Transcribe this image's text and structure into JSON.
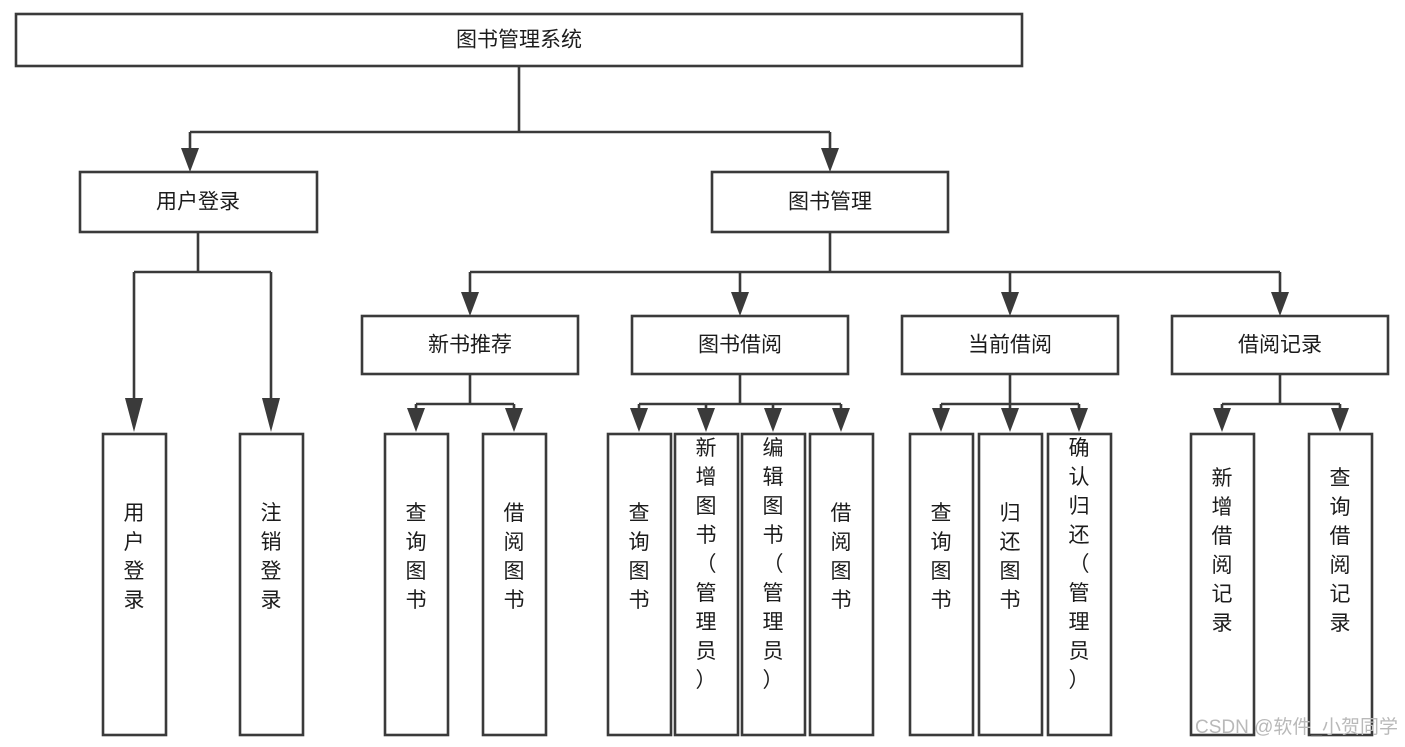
{
  "diagram": {
    "type": "tree-hierarchy-chart",
    "title": "图书管理系统",
    "root": {
      "id": "root",
      "label": "图书管理系统",
      "orientation": "horizontal"
    },
    "level2": [
      {
        "id": "user-login",
        "label": "用户登录",
        "orientation": "horizontal"
      },
      {
        "id": "book-manage",
        "label": "图书管理",
        "orientation": "horizontal"
      }
    ],
    "level3": [
      {
        "id": "new-book-recommend",
        "label": "新书推荐",
        "orientation": "horizontal"
      },
      {
        "id": "book-borrow",
        "label": "图书借阅",
        "orientation": "horizontal"
      },
      {
        "id": "current-borrow",
        "label": "当前借阅",
        "orientation": "horizontal"
      },
      {
        "id": "borrow-record",
        "label": "借阅记录",
        "orientation": "horizontal"
      }
    ],
    "leaves": {
      "user-login": [
        {
          "id": "leaf-user-login",
          "label": "用户登录",
          "orientation": "vertical"
        },
        {
          "id": "leaf-logout",
          "label": "注销登录",
          "orientation": "vertical"
        }
      ],
      "new-book-recommend": [
        {
          "id": "leaf-query-book-1",
          "label": "查询图书",
          "orientation": "vertical"
        },
        {
          "id": "leaf-borrow-book-1",
          "label": "借阅图书",
          "orientation": "vertical"
        }
      ],
      "book-borrow": [
        {
          "id": "leaf-query-book-2",
          "label": "查询图书",
          "orientation": "vertical"
        },
        {
          "id": "leaf-add-book",
          "label": "新增图书（管理员）",
          "orientation": "vertical"
        },
        {
          "id": "leaf-edit-book",
          "label": "编辑图书（管理员）",
          "orientation": "vertical"
        },
        {
          "id": "leaf-borrow-book-2",
          "label": "借阅图书",
          "orientation": "vertical"
        }
      ],
      "current-borrow": [
        {
          "id": "leaf-query-book-3",
          "label": "查询图书",
          "orientation": "vertical"
        },
        {
          "id": "leaf-return-book",
          "label": "归还图书",
          "orientation": "vertical"
        },
        {
          "id": "leaf-confirm-return",
          "label": "确认归还（管理员）",
          "orientation": "vertical"
        }
      ],
      "borrow-record": [
        {
          "id": "leaf-add-record",
          "label": "新增借阅记录",
          "orientation": "vertical"
        },
        {
          "id": "leaf-query-record",
          "label": "查询借阅记录",
          "orientation": "vertical"
        }
      ]
    }
  },
  "watermark": {
    "text": "CSDN @软件_小贺同学"
  },
  "colors": {
    "background": "#ffffff",
    "box_fill": "#ffffff",
    "box_stroke": "#3a3a3a",
    "text": "#1c1c1c",
    "watermark": "#b9b9b9"
  }
}
